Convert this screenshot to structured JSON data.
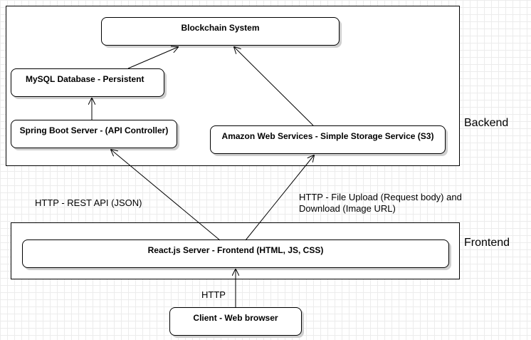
{
  "regions": {
    "backend": "Backend",
    "frontend": "Frontend"
  },
  "nodes": {
    "blockchain": "Blockchain System",
    "mysql": "MySQL Database - Persistent",
    "spring": "Spring Boot Server - (API Controller)",
    "aws": "Amazon Web Services - Simple Storage Service (S3)",
    "react": "React.js Server - Frontend (HTML, JS, CSS)",
    "client": "Client - Web browser"
  },
  "edges": {
    "rest": "HTTP - REST API (JSON)",
    "upload_line1": "HTTP - File Upload (Request body) and",
    "upload_line2": "Download (Image URL)",
    "http": "HTTP"
  }
}
